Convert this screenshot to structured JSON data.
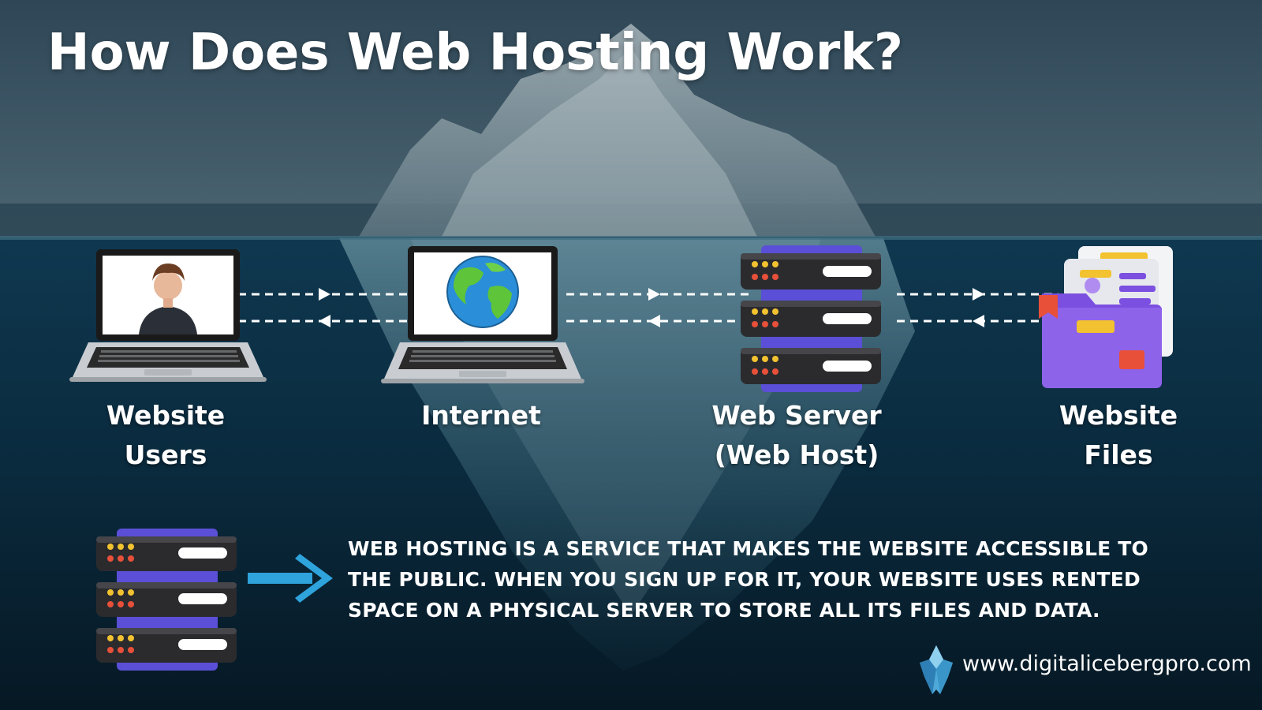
{
  "title": "How Does Web Hosting Work?",
  "nodes": [
    {
      "label_line1": "Website",
      "label_line2": "Users",
      "icon": "laptop-user-icon"
    },
    {
      "label_line1": "Internet",
      "label_line2": "",
      "icon": "laptop-globe-icon"
    },
    {
      "label_line1": "Web Server",
      "label_line2": "(Web Host)",
      "icon": "server-stack-icon"
    },
    {
      "label_line1": "Website",
      "label_line2": "Files",
      "icon": "folder-files-icon"
    }
  ],
  "description": "Web hosting is a service that makes the website accessible to the public. When you sign up for it, your website uses rented space on a physical server to store all its files and data.",
  "footer": {
    "url": "www.digitalicebergpro.com",
    "logo_icon": "iceberg-logo-icon"
  },
  "colors": {
    "sky": "#3b5565",
    "water": "#0b2a3e",
    "server_accent": "#5a4fd6",
    "folder": "#7b4fe0",
    "arrow_blue": "#2ea3dc"
  }
}
